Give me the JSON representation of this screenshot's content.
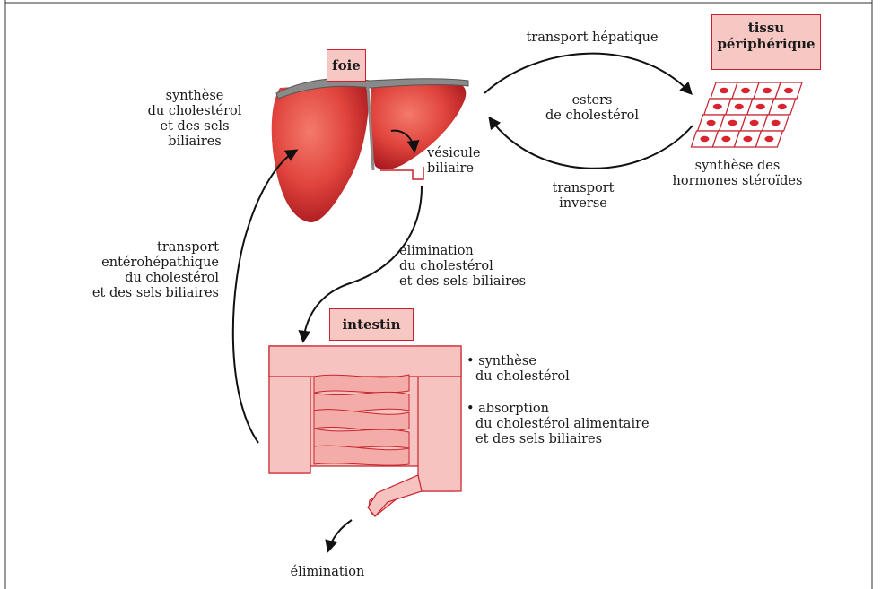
{
  "labels": {
    "foie": "foie",
    "tissu_line1": "tissu",
    "tissu_line2": "périphérique",
    "intestin": "intestin",
    "transport_hepatique": "transport hépatique",
    "esters_line1": "esters",
    "esters_line2": "de cholestérol",
    "transport_inverse_line1": "transport",
    "transport_inverse_line2": "inverse",
    "synthese_hormones_line1": "synthèse des",
    "synthese_hormones_line2": "hormones stéroïdes",
    "synthese_foie_line1": "synthèse",
    "synthese_foie_line2": "du cholestérol",
    "synthese_foie_line3": "et des sels",
    "synthese_foie_line4": "biliaires",
    "vesicule_line1": "vésicule",
    "vesicule_line2": "biliaire",
    "elim_bile_line1": "élimination",
    "elim_bile_line2": "du cholestérol",
    "elim_bile_line3": "et des sels biliaires",
    "entero_line1": "transport",
    "entero_line2": "entérohépathique",
    "entero_line3": "du cholestérol",
    "entero_line4": "et des sels biliaires",
    "bullet1_line1": "• synthèse",
    "bullet1_line2": "du cholestérol",
    "bullet2_line1": "• absorption",
    "bullet2_line2": "du cholestérol alimentaire",
    "bullet2_line3": "et des sels biliaires",
    "elimination": "élimination"
  },
  "colors": {
    "organ_fill": "#e0443c",
    "organ_dark": "#b8202a",
    "box_fill": "#f7c7c4",
    "box_border": "#c8242f",
    "intestine_fill": "#f6c3c0",
    "cell_fill": "#d9232e"
  }
}
